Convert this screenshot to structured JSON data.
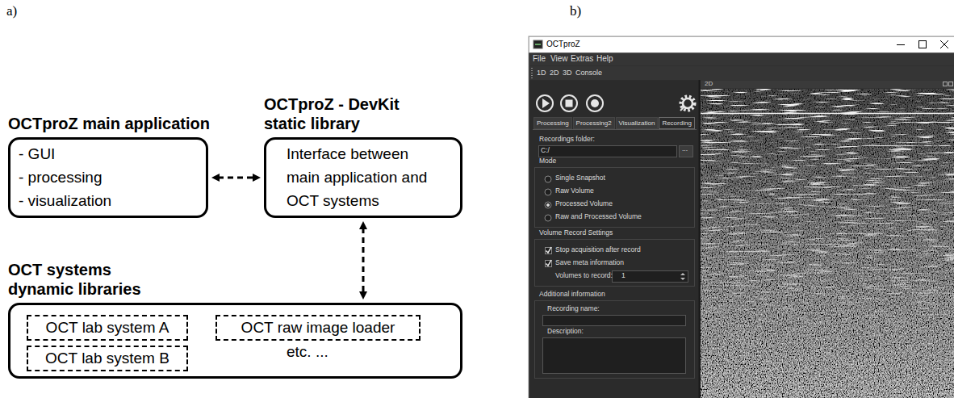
{
  "diagram": {
    "nodes": [
      {
        "text": [
          "OCTproZ main application",
          "- GUI",
          "- processing",
          "- visualization"
        ]
      },
      {
        "text": [
          "OCTproZ - DevKit static library",
          "Interface between main application and OCT systems"
        ]
      },
      {
        "text": [
          "OCT systems dynamic libraries",
          "etc. ..."
        ]
      },
      {
        "text": [
          "OCT lab system A"
        ],
        "in": 2
      },
      {
        "text": [
          "OCT raw image loader"
        ],
        "in": 2
      },
      {
        "text": [
          "OCT lab system B"
        ],
        "in": 2
      }
    ],
    "edges": [
      {
        "from": 0,
        "to": 1,
        "arrow": "both"
      },
      {
        "from": 1,
        "to": 2,
        "arrow": "both"
      }
    ],
    "labels": [
      "a)",
      "b)",
      "OCTproZ",
      "File",
      "View",
      "Extras",
      "Help",
      "1D",
      "2D",
      "3D",
      "Console",
      "2D",
      "Processing",
      "Processing2",
      "Visualization",
      "Recording",
      "Recordings folder:",
      "C:/",
      "...",
      "Mode",
      "Single Snapshot",
      "Raw Volume",
      "Processed Volume",
      "Raw and Processed Volume",
      "Volume Record Settings",
      "Stop acquisition after record",
      "Save meta information",
      "Volumes to record:",
      "1",
      "Additional information",
      "Recording name:",
      "Description:"
    ]
  }
}
